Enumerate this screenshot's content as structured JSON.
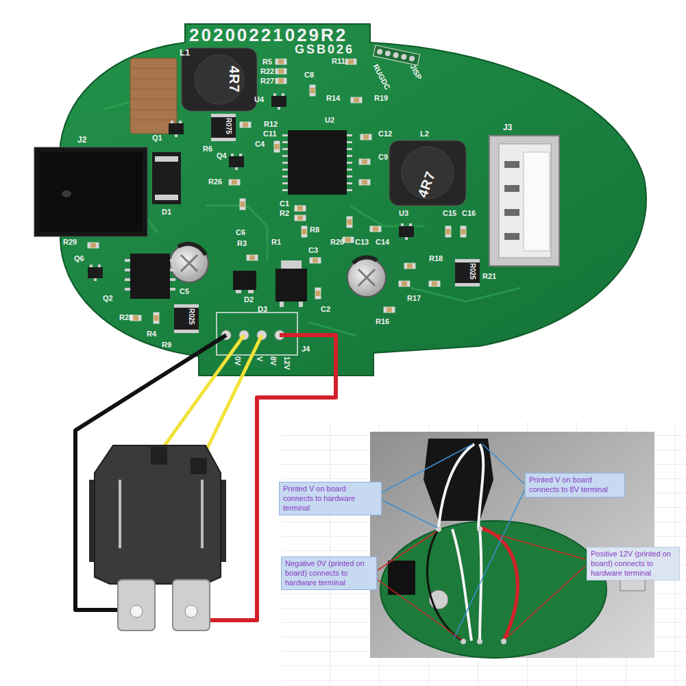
{
  "diagram": {
    "nodes": [
      {
        "text": [
          "Printed V on board connects to hardware terminal"
        ]
      },
      {
        "text": [
          "Printed V on board connects to 8V terminal"
        ]
      },
      {
        "text": [
          "Negative 0V (printed on board) connects to hardware terminal"
        ]
      },
      {
        "text": [
          "Positive 12V (printed on board) connects to hardware terminal"
        ]
      }
    ],
    "labels": [
      "20200221029R2",
      "GSB026",
      "L1",
      "4R7",
      "R5",
      "R22",
      "R27",
      "R11",
      "C8",
      "R14",
      "R19",
      "U4",
      "RUGDC",
      "JISP",
      "Q1",
      "R075",
      "R12",
      "C11",
      "U2",
      "C12",
      "J2",
      "C4",
      "R6",
      "Q4",
      "C9",
      "L2",
      "4R7",
      "R26",
      "D1",
      "C1",
      "R2",
      "R8",
      "U3",
      "C15",
      "C16",
      "J3",
      "C6",
      "R3",
      "R1",
      "R20",
      "C13",
      "C14",
      "R29",
      "Q6",
      "C3",
      "R18",
      "R025",
      "R21",
      "Q2",
      "C5",
      "D2",
      "D3",
      "C2",
      "R17",
      "R16",
      "R28",
      "R4",
      "R025",
      "R9",
      "J4",
      "0V",
      "V",
      "8V",
      "12V"
    ]
  }
}
